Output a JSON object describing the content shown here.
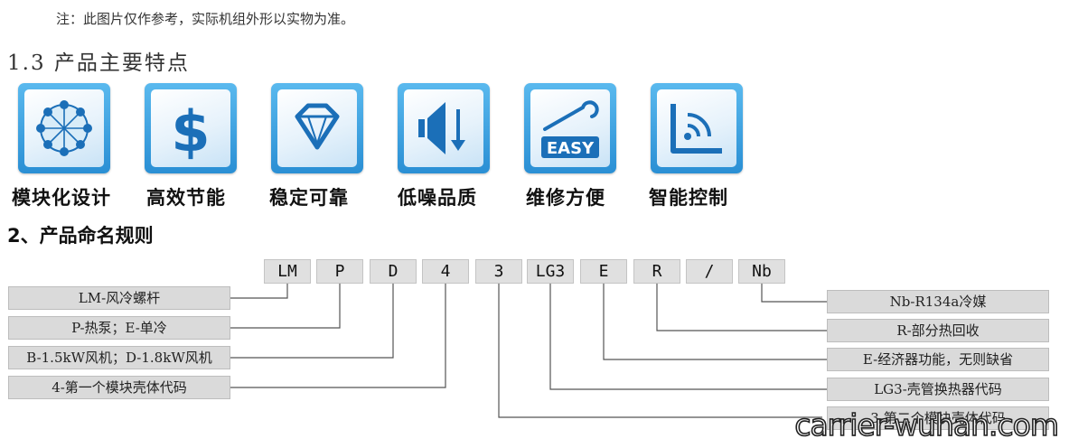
{
  "note": "注：此图片仅作参考，实际机组外形以实物为准。",
  "section1_title": "1.3 产品主要特点",
  "features": [
    {
      "label": "模块化设计",
      "icon": "modular-network-icon"
    },
    {
      "label": "高效节能",
      "icon": "dollar-sign-icon"
    },
    {
      "label": "稳定可靠",
      "icon": "diamond-icon"
    },
    {
      "label": "低噪品质",
      "icon": "speaker-volume-down-icon"
    },
    {
      "label": "维修方便",
      "icon": "wrench-easy-icon"
    },
    {
      "label": "智能控制",
      "icon": "wireless-signal-icon"
    }
  ],
  "easy_text": "EASY",
  "section2_title": "2、产品命名规则",
  "codes": [
    "LM",
    "P",
    "D",
    "4",
    "3",
    "LG3",
    "E",
    "R",
    "/",
    "Nb"
  ],
  "left_descriptions": [
    "LM-风冷螺杆",
    "P-热泵；E-单冷",
    "B-1.5kW风机；D-1.8kW风机",
    "4-第一个模块壳体代码"
  ],
  "right_descriptions": [
    "Nb-R134a冷媒",
    "R-部分热回收",
    "E-经济器功能，无则缺省",
    "LG3-壳管换热器代码",
    "3-第二个模块壳体代码"
  ],
  "watermark": "carrier-wuhan.com",
  "colors": {
    "tile_blue": "#2a8fd4",
    "icon_blue": "#1b6fb8",
    "box_gray": "#dadada"
  }
}
